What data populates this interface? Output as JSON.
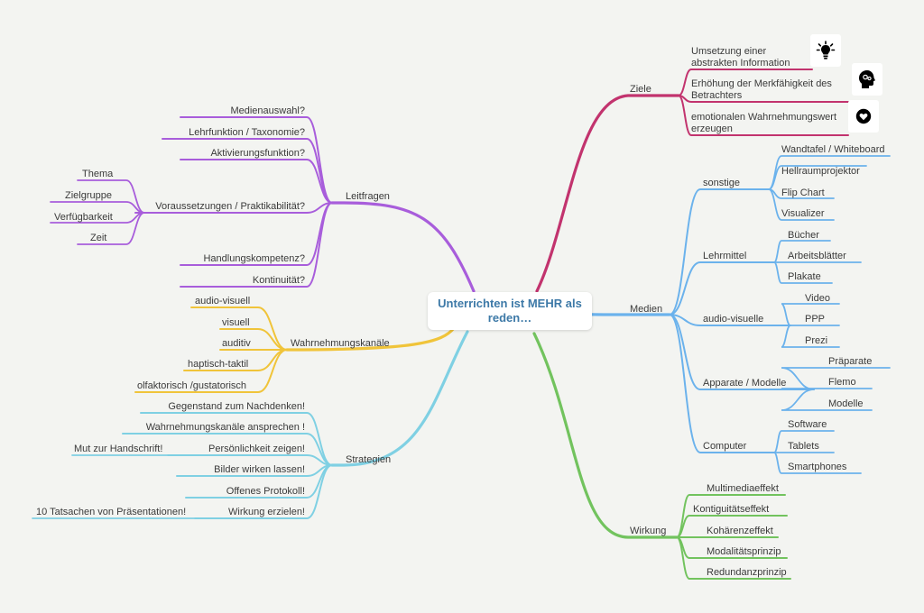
{
  "central": "Unterrichten ist MEHR als reden…",
  "colors": {
    "ziele": "#c2336e",
    "medien": "#6bb2ec",
    "wirkung": "#72c35e",
    "leitfragen": "#a85ddb",
    "wahrnehmung": "#f0c43a",
    "strategien": "#7fd0e3"
  },
  "icons": [
    "lightbulb-icon",
    "brain-head-icon",
    "heart-bubble-icon"
  ],
  "ziele": {
    "label": "Ziele",
    "items": [
      "Umsetzung einer abstrakten Information",
      "Erhöhung der Merkfähigkeit des Betrachters",
      "emotionalen Wahrnehmungswert erzeugen"
    ]
  },
  "medien": {
    "label": "Medien",
    "groups": [
      {
        "label": "sonstige",
        "items": [
          "Wandtafel / Whiteboard",
          "Hellraumprojektor",
          "Flip Chart",
          "Visualizer"
        ]
      },
      {
        "label": "Lehrmittel",
        "items": [
          "Bücher",
          "Arbeitsblätter",
          "Plakate"
        ]
      },
      {
        "label": "audio-visuelle",
        "items": [
          "Video",
          "PPP",
          "Prezi"
        ]
      },
      {
        "label": "Apparate / Modelle",
        "items": [
          "Präparate",
          "Flemo",
          "Modelle"
        ]
      },
      {
        "label": "Computer",
        "items": [
          "Software",
          "Tablets",
          "Smartphones"
        ]
      }
    ]
  },
  "wirkung": {
    "label": "Wirkung",
    "items": [
      "Multimediaeffekt",
      "Kontiguitätseffekt",
      "Kohärenzeffekt",
      "Modalitätsprinzip",
      "Redundanzprinzip"
    ]
  },
  "leitfragen": {
    "label": "Leitfragen",
    "items": [
      "Medienauswahl?",
      "Lehrfunktion / Taxonomie?",
      "Aktivierungsfunktion?",
      "Voraussetzungen / Praktikabilität?",
      "Handlungskompetenz?",
      "Kontinuität?"
    ],
    "sub": [
      "Thema",
      "Zielgruppe",
      "Verfügbarkeit",
      "Zeit"
    ]
  },
  "wahrnehmung": {
    "label": "Wahrnehmungskanäle",
    "items": [
      "audio-visuell",
      "visuell",
      "auditiv",
      "haptisch-taktil",
      "olfaktorisch /gustatorisch"
    ]
  },
  "strategien": {
    "label": "Strategien",
    "items": [
      "Gegenstand zum Nachdenken!",
      "Wahrnehmungskanäle ansprechen !",
      "Persönlichkeit zeigen!",
      "Bilder wirken lassen!",
      "Offenes Protokoll!",
      "Wirkung erzielen!"
    ],
    "sub": [
      "Mut zur Handschrift!",
      "10 Tatsachen von Präsentationen!"
    ]
  }
}
